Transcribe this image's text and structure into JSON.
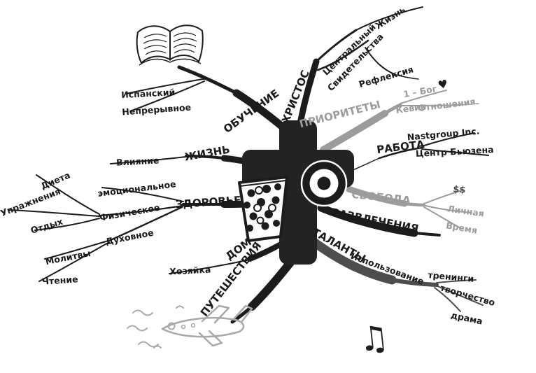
{
  "app": {
    "type": "hand-drawn mind map",
    "language": "ru"
  },
  "branches": {
    "learning": {
      "label": "ОБУЧЕНИЕ",
      "children": {
        "spanish": "Испанский",
        "continuous": "Непрерывное"
      }
    },
    "christ": {
      "label": "ХРИСТОС",
      "children": {
        "central": "Центральный",
        "life": "Жизнь",
        "testimonies": "Свидетельства",
        "reflection": "Рефлексия"
      }
    },
    "priorities": {
      "label": "ПРИОРИТЕТЫ",
      "children": {
        "god": "1 – Бог",
        "kevin": "Кевин",
        "relationships": "Отношения"
      }
    },
    "work": {
      "label": "РАБОТА",
      "children": {
        "company": "Nastgroup Inc.",
        "buzan_center": "Центр Бьюзена"
      }
    },
    "freedom": {
      "label": "СВОБОДА",
      "children": {
        "money": "$$",
        "personal": "Личная",
        "time": "Время"
      }
    },
    "entertainment": {
      "label": "РАЗВЛЕЧЕНИЯ"
    },
    "talents": {
      "label": "ТАЛАНТЫ",
      "children": {
        "usage": "Использование",
        "trainings": "тренинги",
        "creativity": "творчество",
        "drama": "драма"
      }
    },
    "travel": {
      "label": "ПУТЕШЕСТВИЯ"
    },
    "home": {
      "label": "ДОМ",
      "children": {
        "hostess": "Хозяйка"
      }
    },
    "health": {
      "label": "ЗДОРОВЬЕ",
      "children": {
        "emotional": "эмоциональное",
        "physical": "Физическое",
        "diet": "Диета",
        "exercise": "Упражнения",
        "rest": "Отдых",
        "spiritual": "Духовное",
        "prayers": "Молитвы",
        "reading": "Чтение"
      }
    },
    "life": {
      "label": "ЖИЗНЬ",
      "children": {
        "influence": "Влияние"
      }
    }
  },
  "icons": {
    "heart": "♥",
    "music_notes": "♫"
  },
  "colors": {
    "ink": "#1a1a1a",
    "gray": "#9c9c9c",
    "branch_dark": "#4d4d4d",
    "plane": "#a9a9a9"
  }
}
